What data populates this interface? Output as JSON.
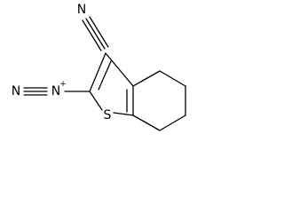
{
  "atoms": {
    "nitrile_n": "N",
    "diazo_n_terminal": "N",
    "diazo_n_internal": "N",
    "diazo_charge": "+",
    "sulfur": "S"
  }
}
